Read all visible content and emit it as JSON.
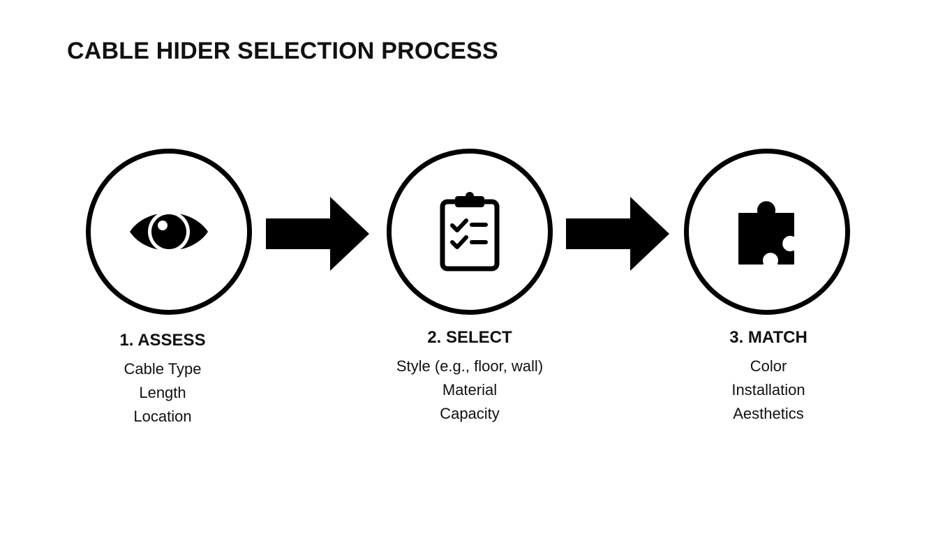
{
  "title": "CABLE HIDER SELECTION PROCESS",
  "steps": [
    {
      "heading": "1. ASSESS",
      "icon": "eye-icon",
      "lines": [
        "Cable Type",
        "Length",
        "Location"
      ]
    },
    {
      "heading": "2. SELECT",
      "icon": "clipboard-checklist-icon",
      "lines": [
        "Style (e.g., floor, wall)",
        "Material",
        "Capacity"
      ]
    },
    {
      "heading": "3. MATCH",
      "icon": "puzzle-piece-icon",
      "lines": [
        "Color",
        "Installation",
        "Aesthetics"
      ]
    }
  ],
  "colors": {
    "stroke": "#000000",
    "background": "#ffffff",
    "text": "#111111"
  }
}
